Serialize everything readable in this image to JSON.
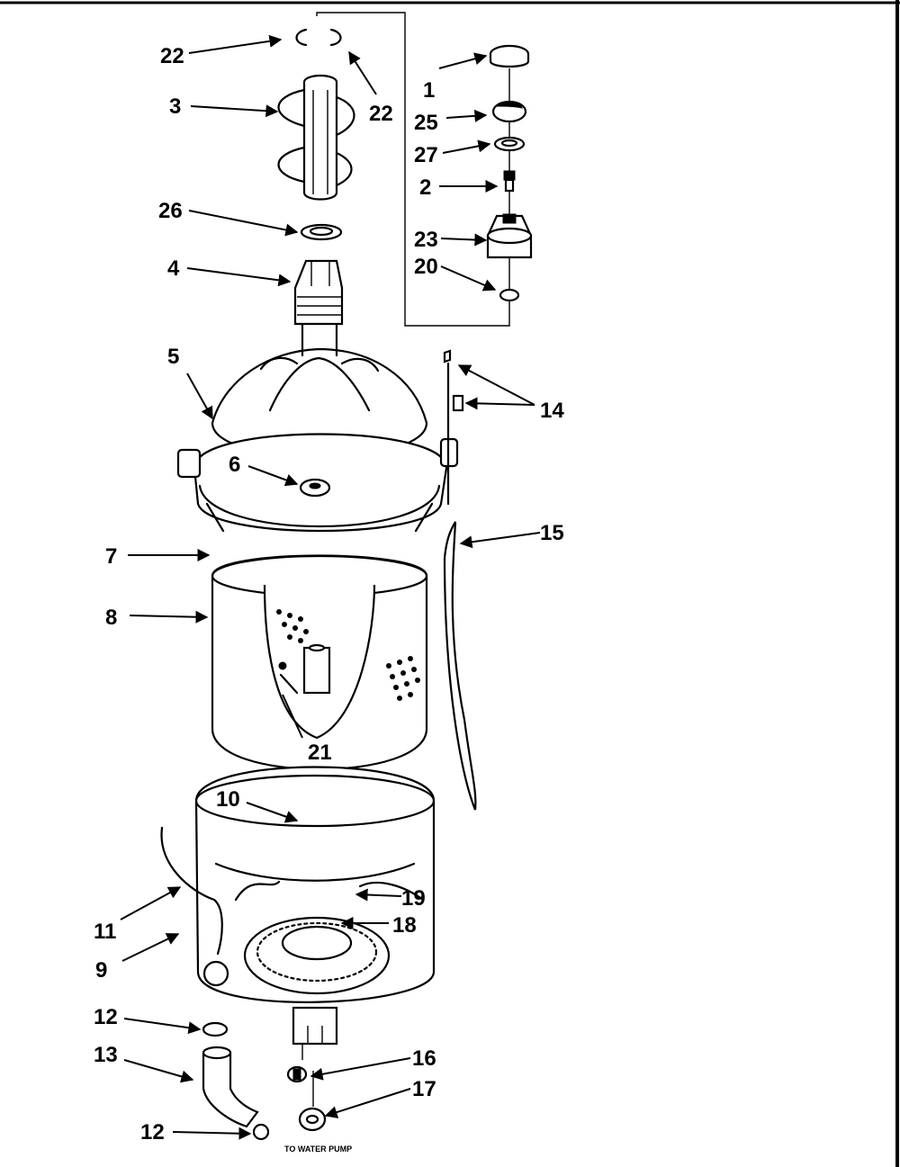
{
  "callouts": {
    "c1": "1",
    "c2": "2",
    "c3": "3",
    "c4": "4",
    "c5": "5",
    "c6": "6",
    "c7": "7",
    "c8": "8",
    "c9": "9",
    "c10": "10",
    "c11": "11",
    "c12a": "12",
    "c12b": "12",
    "c13": "13",
    "c14": "14",
    "c15": "15",
    "c16": "16",
    "c17": "17",
    "c18": "18",
    "c19": "19",
    "c20": "20",
    "c21": "21",
    "c22a": "22",
    "c22b": "22",
    "c23": "23",
    "c25": "25",
    "c26": "26",
    "c27": "27"
  },
  "notes": {
    "water_pump": "TO WATER PUMP"
  }
}
